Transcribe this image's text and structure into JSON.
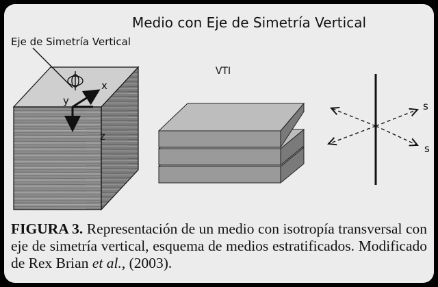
{
  "figure": {
    "title": "Medio con Eje de Simetría Vertical",
    "axis_label": "Eje de Simetría Vertical",
    "cube_axes": {
      "x": "x",
      "y": "y",
      "z": "z"
    },
    "layers_label": "VTI",
    "wave_labels": [
      "s",
      "s"
    ],
    "colors": {
      "background": "#ececec",
      "frame": "#000000",
      "layer_front": "#9a9a9a",
      "layer_top": "#bdbdbd",
      "layer_side": "#7a7a7a",
      "cube_top": "#cfcfcf",
      "cube_side": "#8a8a8a"
    }
  },
  "caption": {
    "label": "FIGURA   3.",
    "text_main": " Representación de un medio con isotropía transversal con eje de simetría vertical, esquema de medios estratificados. Modificado de Rex Brian ",
    "text_etal": "et al.,",
    "text_year": " (2003)."
  }
}
